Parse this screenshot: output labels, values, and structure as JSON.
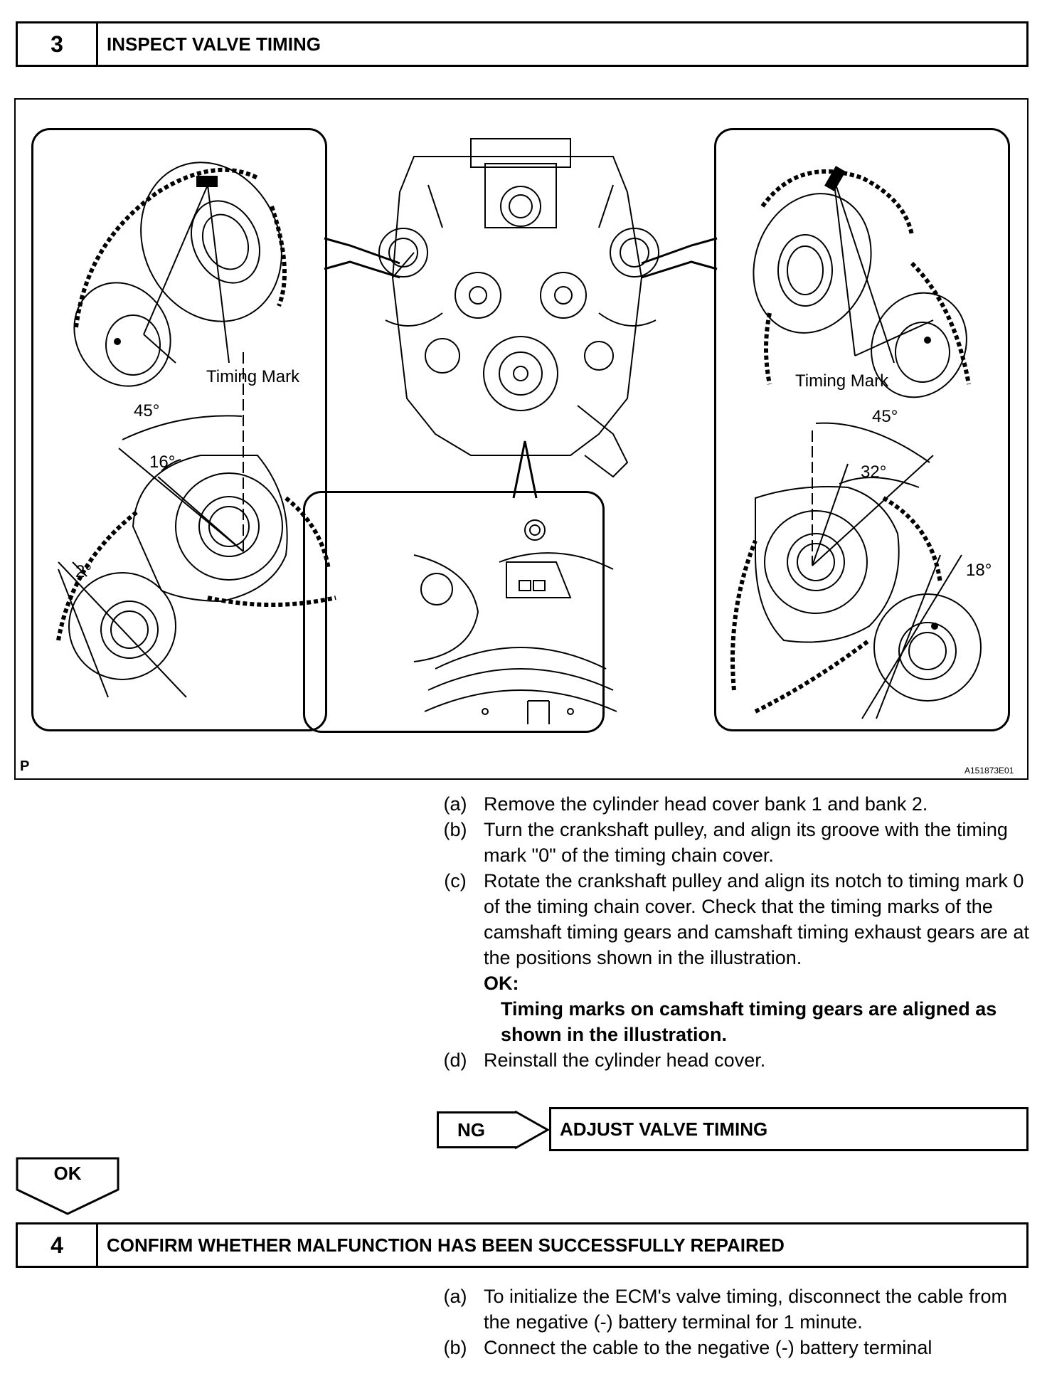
{
  "step3": {
    "number": "3",
    "title": "INSPECT VALVE TIMING"
  },
  "figure": {
    "left_label": "Timing Mark",
    "right_label": "Timing Mark",
    "angle_left_45": "45°",
    "angle_left_16": "16°",
    "angle_left_2": "2°",
    "angle_right_45": "45°",
    "angle_right_32": "32°",
    "angle_right_18": "18°",
    "corner_p": "P",
    "figure_id": "A151873E01"
  },
  "instructions_3": [
    {
      "label": "(a)",
      "text": "Remove the cylinder head cover bank 1 and bank 2."
    },
    {
      "label": "(b)",
      "text": "Turn the crankshaft pulley, and align its groove with the timing mark \"0\" of the timing chain cover."
    },
    {
      "label": "(c)",
      "text": "Rotate the crankshaft pulley and align its notch to timing mark 0 of the timing chain cover. Check that the timing marks of the camshaft timing gears and camshaft timing exhaust gears are at the positions shown in the illustration."
    },
    {
      "label": "(d)",
      "text": "Reinstall the cylinder head cover."
    }
  ],
  "ok_check": {
    "label": "OK:",
    "detail": "Timing marks on camshaft timing gears are aligned as shown in the illustration."
  },
  "ng": {
    "label": "NG",
    "action": "ADJUST VALVE TIMING"
  },
  "ok_flow": {
    "label": "OK"
  },
  "step4": {
    "number": "4",
    "title": "CONFIRM WHETHER MALFUNCTION HAS BEEN SUCCESSFULLY REPAIRED"
  },
  "instructions_4": [
    {
      "label": "(a)",
      "text": "To initialize the ECM's valve timing, disconnect the cable from the negative (-) battery terminal for 1 minute."
    },
    {
      "label": "(b)",
      "text": "Connect the cable to the negative (-) battery terminal"
    }
  ]
}
